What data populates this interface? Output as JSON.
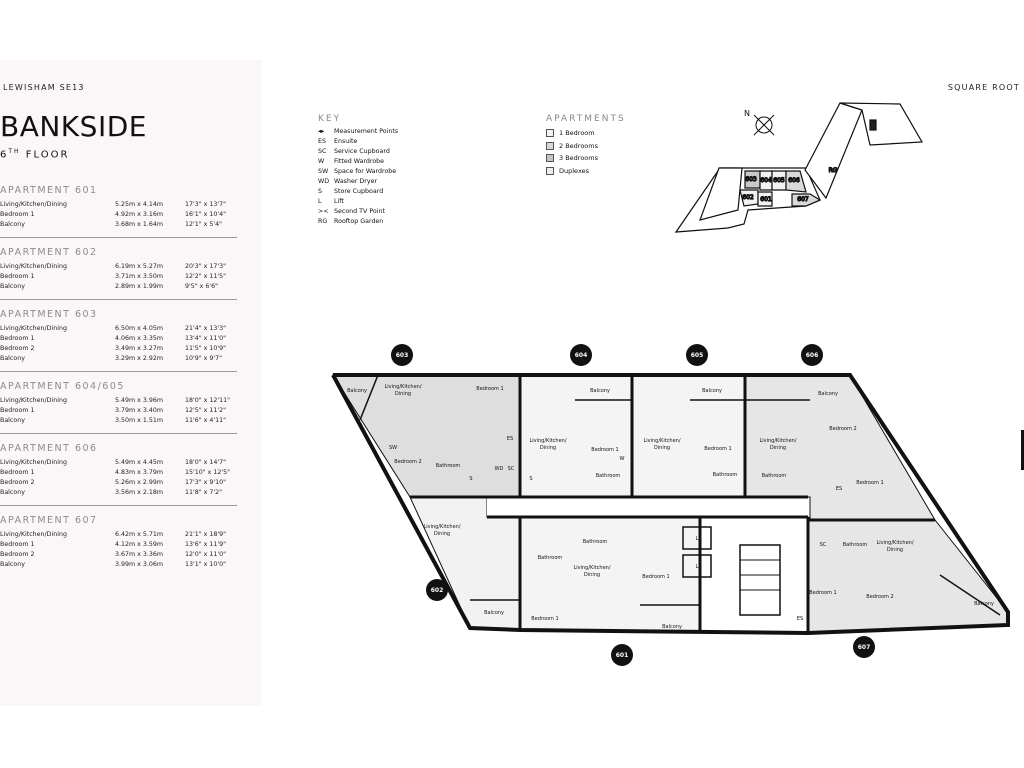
{
  "header": {
    "location": "LEWISHAM SE13",
    "brand": "SQUARE ROOT",
    "title": "BANKSIDE",
    "floor_num": "6",
    "floor_sup": "TH",
    "floor_word": "FLOOR"
  },
  "apartments": [
    {
      "name": "APARTMENT 601",
      "rooms": [
        [
          "Living/Kitchen/Dining",
          "5.25m x 4.14m",
          "17'3\" x 13'7\""
        ],
        [
          "Bedroom 1",
          "4.92m x 3.16m",
          "16'1\" x 10'4\""
        ],
        [
          "Balcony",
          "3.68m x 1.64m",
          "12'1\" x 5'4\""
        ]
      ]
    },
    {
      "name": "APARTMENT 602",
      "rooms": [
        [
          "Living/Kitchen/Dining",
          "6.19m x 5.27m",
          "20'3\" x 17'3\""
        ],
        [
          "Bedroom 1",
          "3.71m x 3.50m",
          "12'2\" x 11'5\""
        ],
        [
          "Balcony",
          "2.89m x 1.99m",
          "9'5\" x 6'6\""
        ]
      ]
    },
    {
      "name": "APARTMENT 603",
      "rooms": [
        [
          "Living/Kitchen/Dining",
          "6.50m x 4.05m",
          "21'4\" x 13'3\""
        ],
        [
          "Bedroom 1",
          "4.06m x 3.35m",
          "13'4\" x 11'0\""
        ],
        [
          "Bedroom 2",
          "3.49m x 3.27m",
          "11'5\" x 10'9\""
        ],
        [
          "Balcony",
          "3.29m x 2.92m",
          "10'9\" x 9'7\""
        ]
      ]
    },
    {
      "name": "APARTMENT 604/605",
      "rooms": [
        [
          "Living/Kitchen/Dining",
          "5.49m x 3.96m",
          "18'0\" x 12'11\""
        ],
        [
          "Bedroom 1",
          "3.79m x 3.40m",
          "12'5\" x 11'2\""
        ],
        [
          "Balcony",
          "3.50m x 1.51m",
          "11'6\" x 4'11\""
        ]
      ]
    },
    {
      "name": "APARTMENT 606",
      "rooms": [
        [
          "Living/Kitchen/Dining",
          "5.49m x 4.45m",
          "18'0\" x 14'7\""
        ],
        [
          "Bedroom 1",
          "4.83m x 3.79m",
          "15'10\" x 12'5\""
        ],
        [
          "Bedroom 2",
          "5.26m x 2.99m",
          "17'3\" x 9'10\""
        ],
        [
          "Balcony",
          "3.56m x 2.18m",
          "11'8\" x 7'2\""
        ]
      ]
    },
    {
      "name": "APARTMENT 607",
      "rooms": [
        [
          "Living/Kitchen/Dining",
          "6.42m x 5.71m",
          "21'1\" x 18'9\""
        ],
        [
          "Bedroom 1",
          "4.12m x 3.59m",
          "13'6\" x 11'9\""
        ],
        [
          "Bedroom 2",
          "3.67m x 3.36m",
          "12'0\" x 11'0\""
        ],
        [
          "Balcony",
          "3.99m x 3.06m",
          "13'1\" x 10'0\""
        ]
      ]
    }
  ],
  "key": {
    "title": "KEY",
    "items": [
      [
        "◂▸",
        "Measurement Points"
      ],
      [
        "ES",
        "Ensuite"
      ],
      [
        "SC",
        "Service Cupboard"
      ],
      [
        "W",
        "Fitted Wardrobe"
      ],
      [
        "SW",
        "Space for Wardrobe"
      ],
      [
        "WD",
        "Washer Dryer"
      ],
      [
        "S",
        "Store Cupboard"
      ],
      [
        "L",
        "Lift"
      ],
      [
        "><",
        "Second TV Point"
      ],
      [
        "RG",
        "Rooftop Garden"
      ]
    ]
  },
  "legend": {
    "title": "APARTMENTS",
    "items": [
      {
        "label": "1 Bedroom",
        "color": "#f4f4f4"
      },
      {
        "label": "2 Bedrooms",
        "color": "#d9d9d9"
      },
      {
        "label": "3 Bedrooms",
        "color": "#c4c4c4"
      },
      {
        "label": "Duplexes",
        "color": "#ececec"
      }
    ]
  },
  "keyplan": {
    "north": "N",
    "units": [
      "603",
      "604",
      "605",
      "606",
      "602",
      "601",
      "607"
    ],
    "rg": "RG"
  },
  "plan": {
    "markers": [
      "603",
      "604",
      "605",
      "606",
      "602",
      "601",
      "607"
    ],
    "rooms": [
      "Balcony",
      "Living/Kitchen/",
      "Dining",
      "Bedroom 1",
      "Bedroom 2",
      "Bathroom",
      "ES",
      "WD",
      "SC",
      "S",
      "SW",
      "W",
      "L"
    ]
  }
}
